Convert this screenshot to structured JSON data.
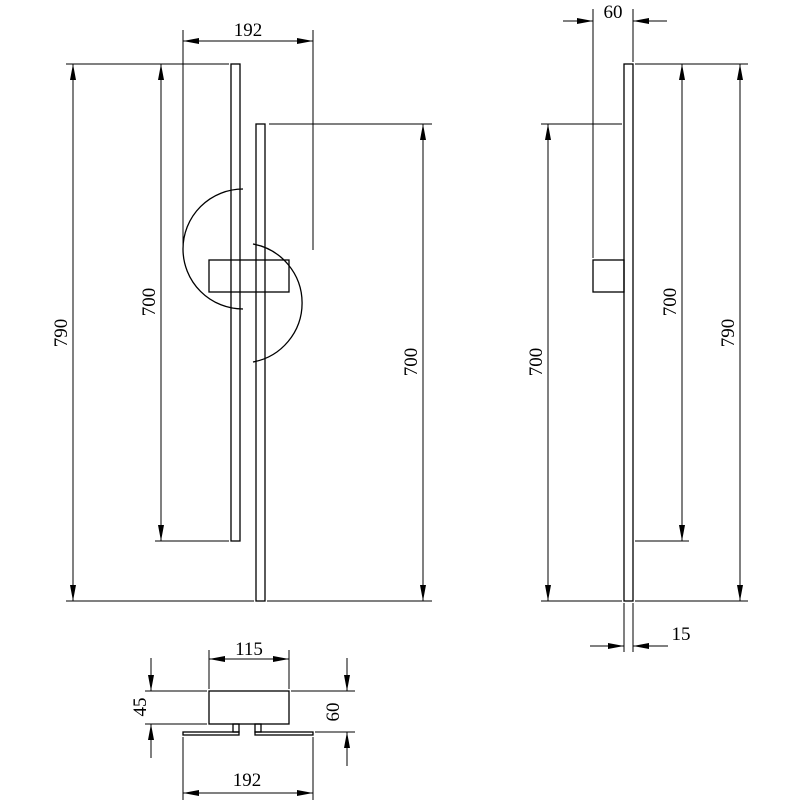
{
  "front_view": {
    "width_top": "192",
    "height_left_outer": "790",
    "height_left_inner": "700",
    "height_right": "700"
  },
  "side_view": {
    "depth_top": "60",
    "height_left": "700",
    "height_right_inner": "700",
    "height_right_outer": "790",
    "thickness_bottom": "15"
  },
  "top_view": {
    "width_top": "115",
    "height_left": "45",
    "height_right": "60",
    "width_bottom": "192"
  }
}
